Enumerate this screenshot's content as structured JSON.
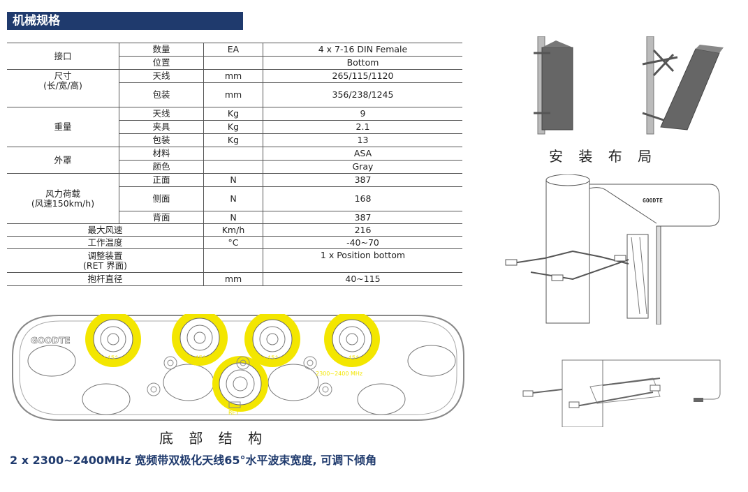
{
  "section_title": "机械规格",
  "spec_rows": [
    {
      "group": "接口",
      "item": "数量",
      "unit": "EA",
      "value": "4 x 7-16 DIN Female"
    },
    {
      "item": "位置",
      "unit": "",
      "value": "Bottom"
    },
    {
      "group": "尺寸\n(长/宽/高)",
      "item": "天线",
      "unit": "mm",
      "value": "265/115/1120"
    },
    {
      "item": "包装",
      "unit": "mm",
      "value": "356/238/1245"
    },
    {
      "group": "重量",
      "item": "天线",
      "unit": "Kg",
      "value": "9"
    },
    {
      "item": "夹具",
      "unit": "Kg",
      "value": "2.1"
    },
    {
      "item": "包装",
      "unit": "Kg",
      "value": "13"
    },
    {
      "group": "外罩",
      "item": "材料",
      "unit": "",
      "value": "ASA"
    },
    {
      "item": "颜色",
      "unit": "",
      "value": "Gray"
    },
    {
      "group": "风力荷载\n(风速150km/h)",
      "item": "正面",
      "unit": "N",
      "value": "387"
    },
    {
      "item": "侧面",
      "unit": "N",
      "value": "168"
    },
    {
      "item": "背面",
      "unit": "N",
      "value": "387"
    },
    {
      "label": "最大风速",
      "unit": "Km/h",
      "value": "216"
    },
    {
      "label": "工作温度",
      "unit": "°C",
      "value": "-40~70"
    },
    {
      "label": "调整装置\n(RET 界面)",
      "unit": "",
      "value": "1 x Position bottom"
    },
    {
      "label": "抱杆直径",
      "unit": "mm",
      "value": "40~115"
    }
  ],
  "bottom_view": {
    "brand": "GOODTE",
    "port_labels": [
      "L_+45°",
      "L_-45°",
      "R_+45°",
      "R_-45°"
    ],
    "freq_label": "2300~2400 MHz",
    "ret_label": "RET",
    "caption": "底 部 结 构"
  },
  "installation_caption": "安 装 布 局",
  "product_brand": "GOODTE",
  "footer_text": "2 x 2300~2400MHz 宽频带双极化天线65°水平波束宽度, 可调下倾角",
  "colors": {
    "header_bg": "#1f3a6d",
    "port_ring": "#f3e600"
  }
}
